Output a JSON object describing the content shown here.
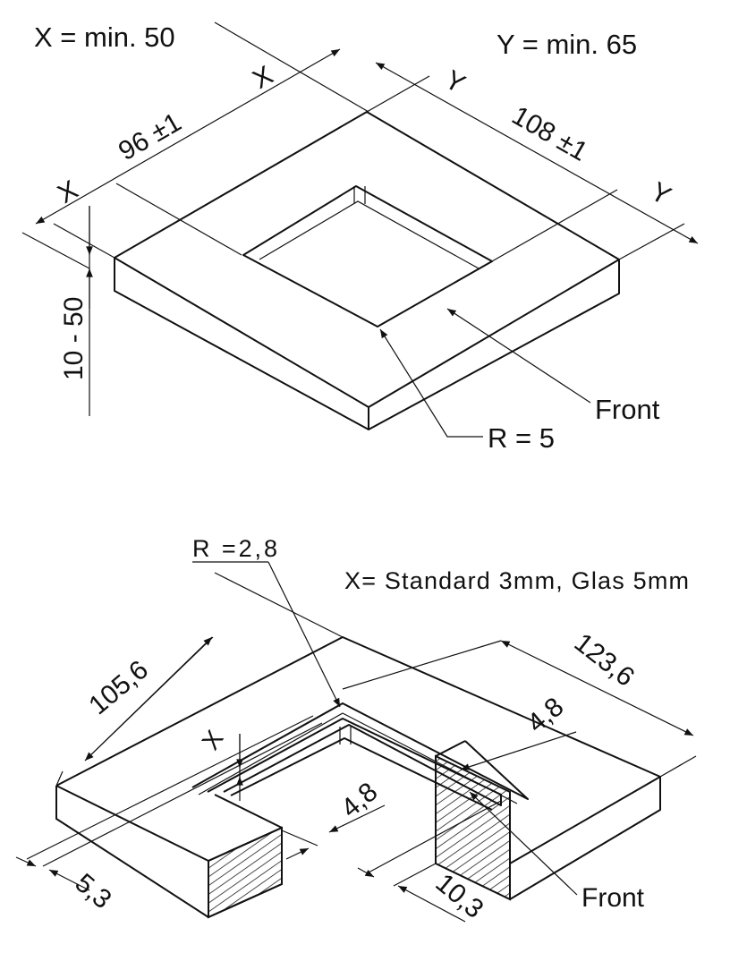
{
  "top_drawing": {
    "note_x": "X = min. 50",
    "note_y": "Y = min. 65",
    "dim_width": "96 ±1",
    "dim_depth": "108 ±1",
    "dim_x_marker": "X",
    "dim_y_marker": "Y",
    "dim_thickness": "10 - 50",
    "radius": "R = 5",
    "front_label": "Front"
  },
  "bottom_drawing": {
    "radius": "R =2,8",
    "note": "X= Standard 3mm, Glas 5mm",
    "dim_width": "105,6",
    "dim_depth": "123,6",
    "dim_rim_right": "4,8",
    "dim_rim_left": "4,8",
    "dim_x_marker": "X",
    "dim_left_offset": "5,3",
    "dim_right_offset": "10,3",
    "front_label": "Front"
  }
}
